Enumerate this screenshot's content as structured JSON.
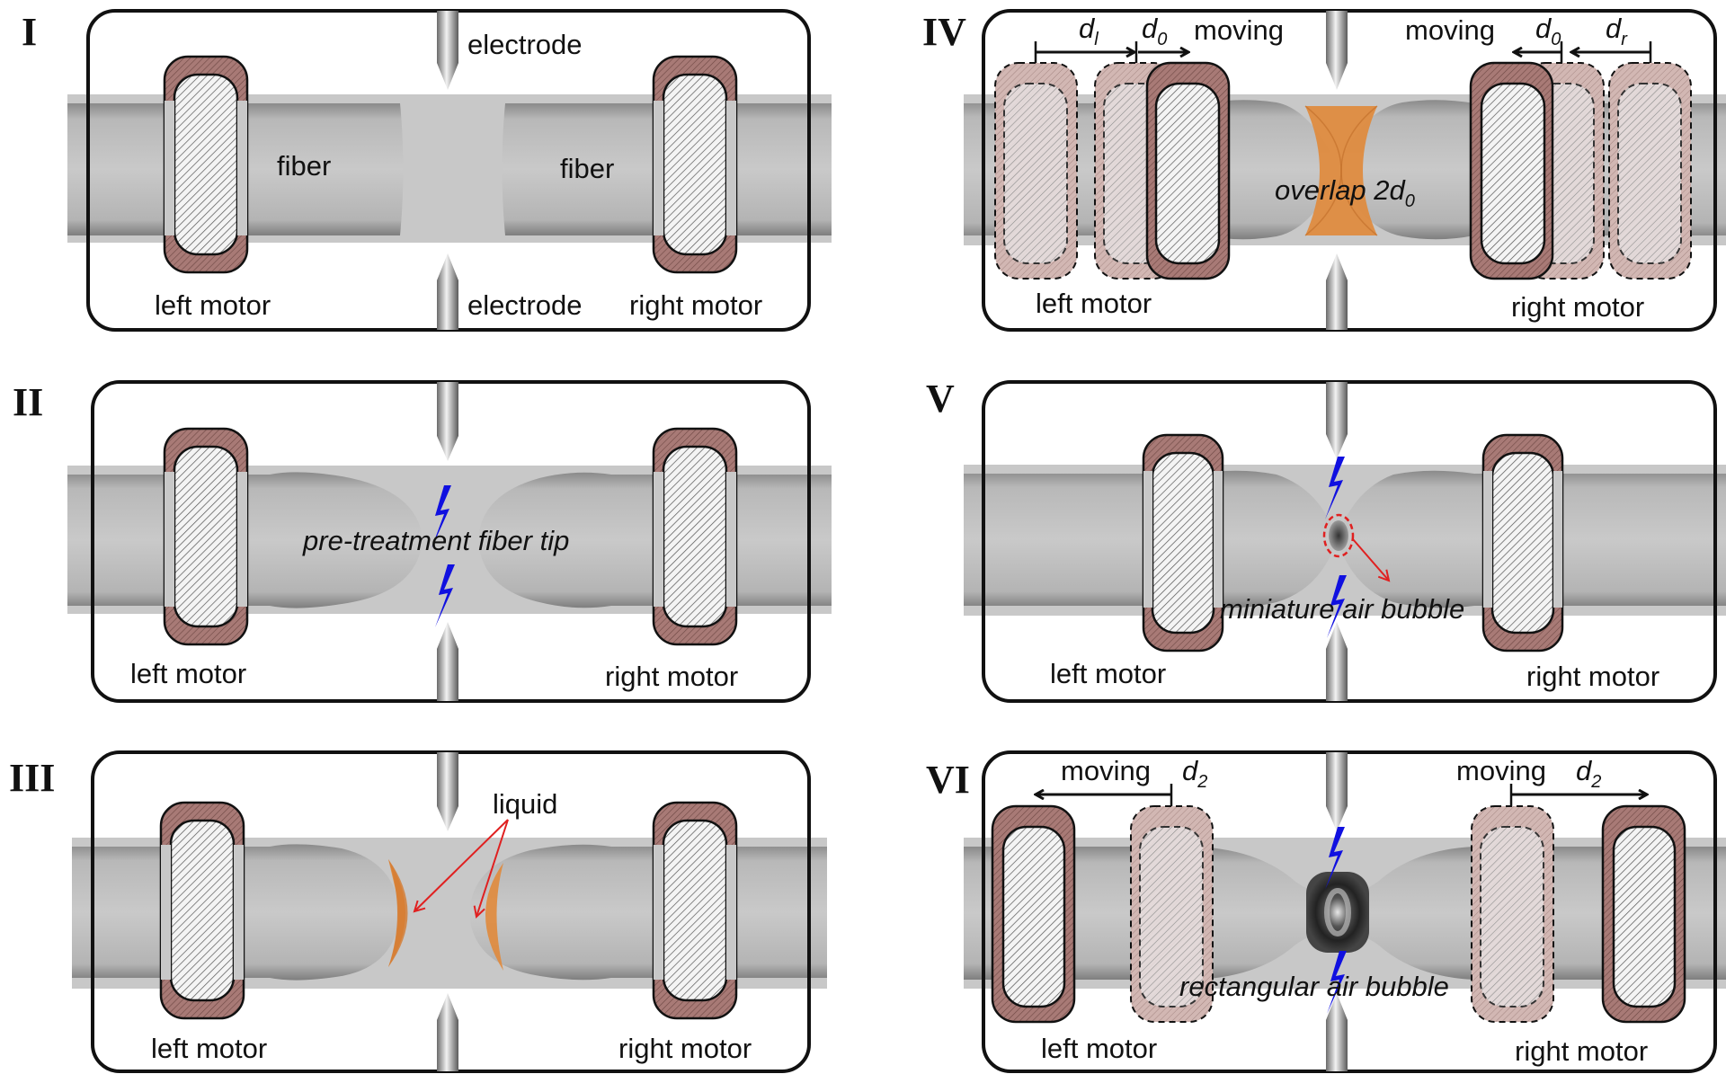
{
  "figure": {
    "description": "Six-step schematic of fusion splicing process forming an air bubble in optical fiber",
    "colors": {
      "fiber": "#c4c4c4",
      "motor_outer": "#a07470",
      "motor_inner_hatch": "#ffffff",
      "liquid": "#e08a3c",
      "spark": "#1010e0",
      "annotation_arrow": "#e02020",
      "frame": "#111111"
    },
    "panels": [
      {
        "id": "I",
        "label": "I",
        "texts": {
          "electrode_top": "electrode",
          "electrode_bottom": "electrode",
          "fiber_left": "fiber",
          "fiber_right": "fiber",
          "left_motor": "left motor",
          "right_motor": "right motor"
        }
      },
      {
        "id": "II",
        "label": "II",
        "texts": {
          "annotation": "pre-treatment fiber tip",
          "left_motor": "left motor",
          "right_motor": "right motor"
        }
      },
      {
        "id": "III",
        "label": "III",
        "texts": {
          "annotation": "liquid",
          "left_motor": "left motor",
          "right_motor": "right motor"
        }
      },
      {
        "id": "IV",
        "label": "IV",
        "texts": {
          "d_l": "d",
          "d_l_sub": "l",
          "d0_left": "d",
          "d0_left_sub": "0",
          "moving_left": "moving",
          "moving_right": "moving",
          "d0_right": "d",
          "d0_right_sub": "0",
          "d_r": "d",
          "d_r_sub": "r",
          "annotation": "overlap 2d",
          "annotation_sub": "0",
          "left_motor": "left motor",
          "right_motor": "right motor"
        }
      },
      {
        "id": "V",
        "label": "V",
        "texts": {
          "annotation": "miniature air bubble",
          "left_motor": "left motor",
          "right_motor": "right motor"
        }
      },
      {
        "id": "VI",
        "label": "VI",
        "texts": {
          "moving_left": "moving",
          "d2_left": "d",
          "d2_left_sub": "2",
          "moving_right": "moving",
          "d2_right": "d",
          "d2_right_sub": "2",
          "annotation": "rectangular air bubble",
          "left_motor": "left motor",
          "right_motor": "right motor"
        }
      }
    ]
  }
}
